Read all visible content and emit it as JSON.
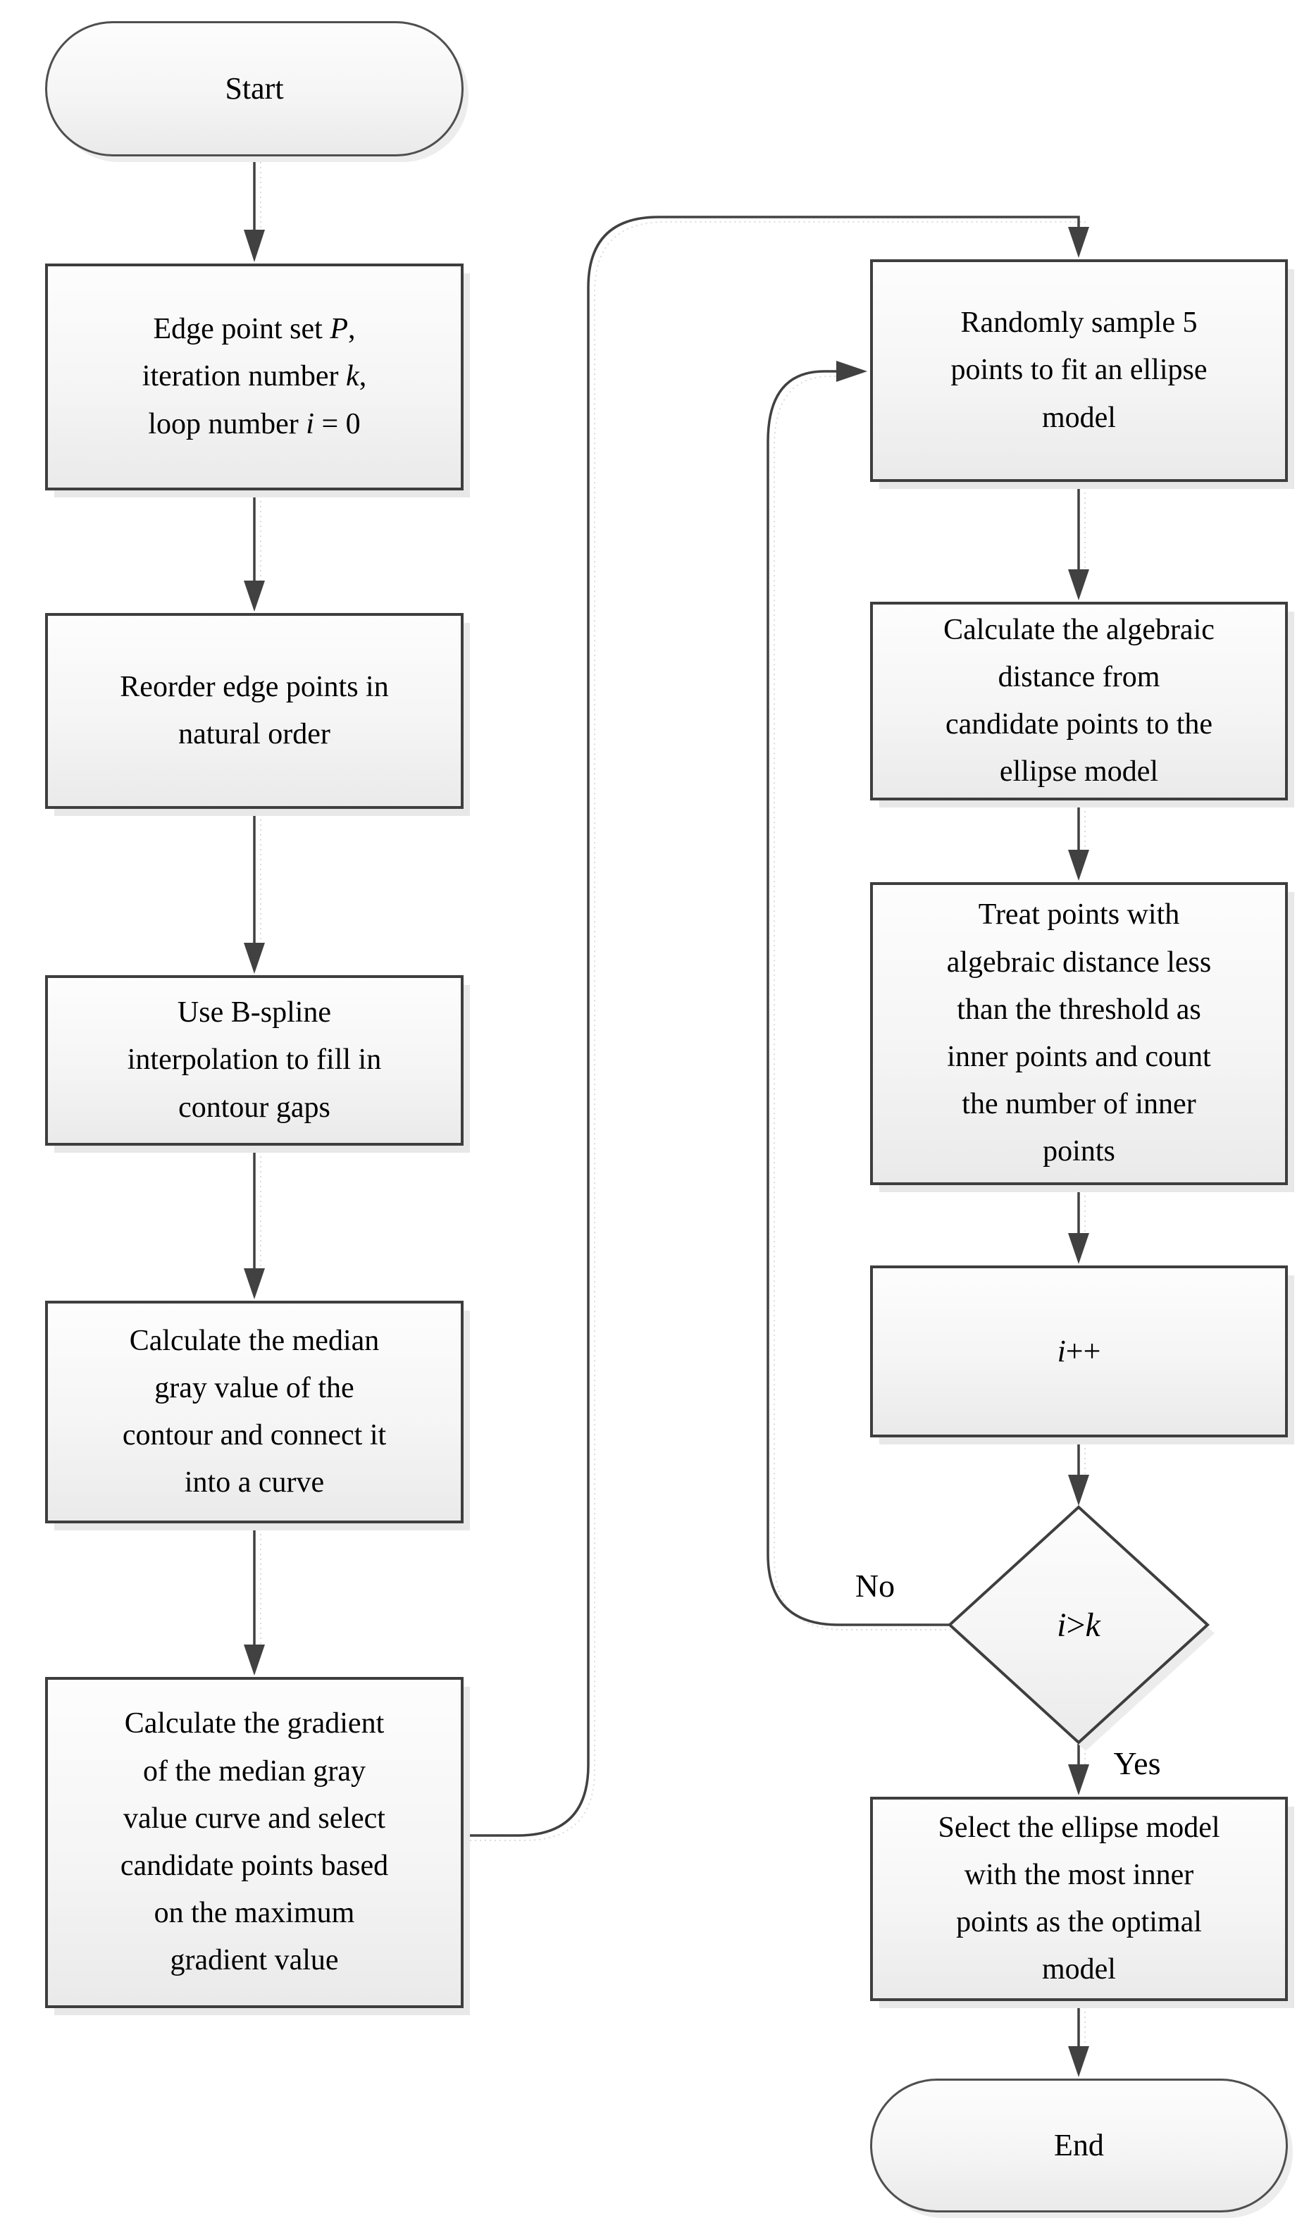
{
  "title": "RANSAC ellipse fitting flowchart",
  "style": {
    "border_color": "#3e3e3e",
    "terminator_border_color": "#4f4f4f",
    "connector_color": "#414141",
    "shadow_color": "#e8e8e8",
    "node_fill_top": "#fdfdfd",
    "node_fill_bottom": "#eaeaea",
    "text_color": "#000000",
    "background": "#ffffff"
  },
  "nodes": {
    "start": {
      "shape": "terminator",
      "label": "Start"
    },
    "init": {
      "shape": "process",
      "lines": [
        [
          {
            "t": "Edge point set "
          },
          {
            "t": "P",
            "i": true
          },
          {
            "t": ","
          }
        ],
        [
          {
            "t": "iteration number "
          },
          {
            "t": "k",
            "i": true
          },
          {
            "t": ","
          }
        ],
        [
          {
            "t": "loop number "
          },
          {
            "t": "i",
            "i": true
          },
          {
            "t": " = 0"
          }
        ]
      ]
    },
    "reorder": {
      "shape": "process",
      "lines": [
        [
          {
            "t": "Reorder edge points in"
          }
        ],
        [
          {
            "t": "natural order"
          }
        ]
      ]
    },
    "bspline": {
      "shape": "process",
      "lines": [
        [
          {
            "t": "Use B-spline"
          }
        ],
        [
          {
            "t": "interpolation to fill in"
          }
        ],
        [
          {
            "t": "contour gaps"
          }
        ]
      ]
    },
    "median_gray": {
      "shape": "process",
      "lines": [
        [
          {
            "t": "Calculate the median"
          }
        ],
        [
          {
            "t": "gray value of the"
          }
        ],
        [
          {
            "t": "contour and connect it"
          }
        ],
        [
          {
            "t": "into a curve"
          }
        ]
      ]
    },
    "gradient": {
      "shape": "process",
      "lines": [
        [
          {
            "t": "Calculate the gradient"
          }
        ],
        [
          {
            "t": "of the median gray"
          }
        ],
        [
          {
            "t": "value curve and select"
          }
        ],
        [
          {
            "t": "candidate points based"
          }
        ],
        [
          {
            "t": "on the maximum"
          }
        ],
        [
          {
            "t": "gradient value"
          }
        ]
      ]
    },
    "sample": {
      "shape": "process",
      "lines": [
        [
          {
            "t": "Randomly sample 5"
          }
        ],
        [
          {
            "t": "points to fit an ellipse"
          }
        ],
        [
          {
            "t": "model"
          }
        ]
      ]
    },
    "algebraic_distance": {
      "shape": "process",
      "lines": [
        [
          {
            "t": "Calculate the algebraic"
          }
        ],
        [
          {
            "t": "distance from"
          }
        ],
        [
          {
            "t": "candidate points to the"
          }
        ],
        [
          {
            "t": "ellipse model"
          }
        ]
      ]
    },
    "inner_points": {
      "shape": "process",
      "lines": [
        [
          {
            "t": "Treat points with"
          }
        ],
        [
          {
            "t": "algebraic distance less"
          }
        ],
        [
          {
            "t": "than the threshold as"
          }
        ],
        [
          {
            "t": "inner points and count"
          }
        ],
        [
          {
            "t": "the number of inner"
          }
        ],
        [
          {
            "t": "points"
          }
        ]
      ]
    },
    "increment": {
      "shape": "process",
      "lines": [
        [
          {
            "t": "i",
            "i": true
          },
          {
            "t": "++"
          }
        ]
      ]
    },
    "decision": {
      "shape": "decision",
      "lines": [
        [
          {
            "t": "i",
            "i": true
          },
          {
            "t": ">"
          },
          {
            "t": "k",
            "i": true
          }
        ]
      ]
    },
    "select_model": {
      "shape": "process",
      "lines": [
        [
          {
            "t": "Select the ellipse model"
          }
        ],
        [
          {
            "t": "with the most inner"
          }
        ],
        [
          {
            "t": "points as the optimal"
          }
        ],
        [
          {
            "t": "model"
          }
        ]
      ]
    },
    "end": {
      "shape": "terminator",
      "label": "End"
    }
  },
  "edge_labels": {
    "no": "No",
    "yes": "Yes"
  }
}
